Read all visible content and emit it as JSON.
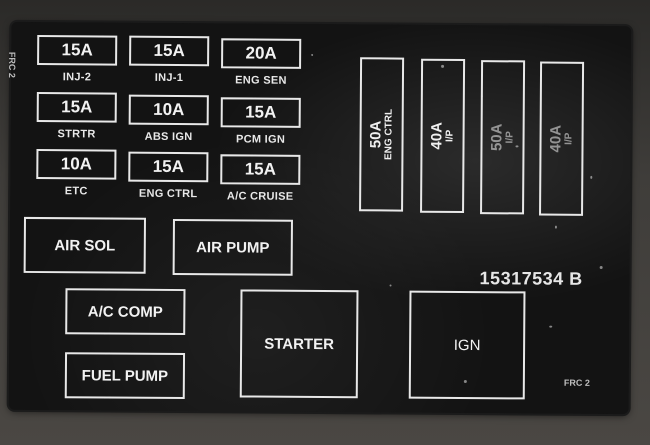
{
  "plate": {
    "side_label_left": "FRC 2",
    "side_label_right": "FRC 2",
    "part_number": "15317534 B"
  },
  "fuses": [
    {
      "amp": "15A",
      "label": "INJ-2"
    },
    {
      "amp": "15A",
      "label": "INJ-1"
    },
    {
      "amp": "20A",
      "label": "ENG SEN"
    },
    {
      "amp": "15A",
      "label": "STRTR"
    },
    {
      "amp": "10A",
      "label": "ABS IGN"
    },
    {
      "amp": "15A",
      "label": "PCM IGN"
    },
    {
      "amp": "10A",
      "label": "ETC"
    },
    {
      "amp": "15A",
      "label": "ENG CTRL"
    },
    {
      "amp": "15A",
      "label": "A/C CRUISE"
    }
  ],
  "maxi_fuses": [
    {
      "amp": "50A",
      "label": "ENG CTRL"
    },
    {
      "amp": "40A",
      "label": "I/P"
    },
    {
      "amp": "50A",
      "label": "I/P"
    },
    {
      "amp": "40A",
      "label": "I/P"
    }
  ],
  "relays": {
    "air_sol": "AIR SOL",
    "air_pump": "AIR PUMP",
    "ac_comp": "A/C COMP",
    "fuel_pump": "FUEL PUMP",
    "starter": "STARTER",
    "ign": "IGN"
  }
}
